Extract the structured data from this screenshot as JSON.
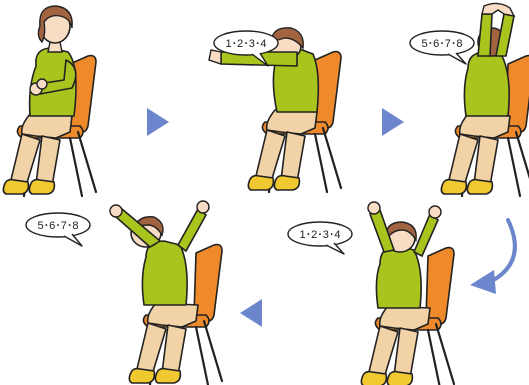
{
  "colors": {
    "shirt": "#a8c41d",
    "pants": "#f2d3a7",
    "shoes": "#f0c830",
    "skin": "#f9dcc4",
    "hair": "#a26440",
    "chair": "#ee8a2a",
    "arrow": "#6b86cc",
    "outline": "#222222"
  },
  "icons": [
    "play-arrow-right-icon",
    "play-arrow-left-icon",
    "curved-arrow-down-icon"
  ],
  "bubbles": {
    "b1": "1･2･3･4",
    "b2": "5･6･7･8",
    "b3": "1･2･3･4",
    "b4": "5･6･7･8"
  }
}
